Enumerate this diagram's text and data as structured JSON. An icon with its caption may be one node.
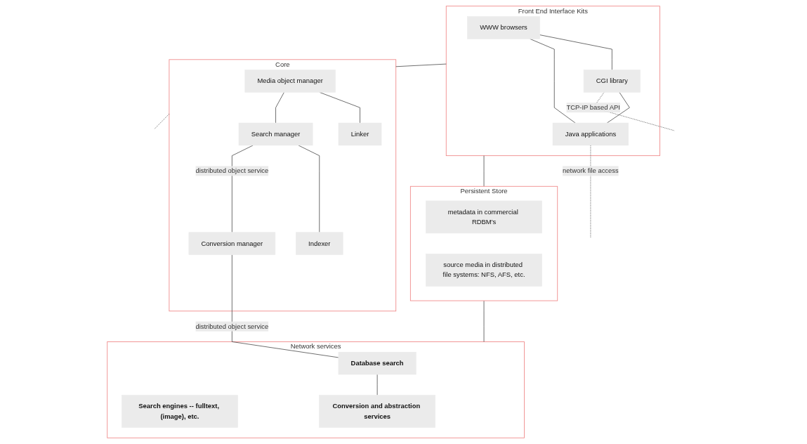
{
  "diagram": {
    "nodes": [
      {
        "text": [
          "Front End Interface Kits"
        ]
      },
      {
        "text": [
          "WWW browsers"
        ],
        "in": 0
      },
      {
        "text": [
          "Java applications"
        ],
        "in": 0
      },
      {
        "text": [
          "CGI library"
        ],
        "in": 0
      },
      {
        "text": [
          "Persistent Store"
        ]
      },
      {
        "text": [
          "metadata in commercial RDBM's"
        ],
        "in": 4
      },
      {
        "text": [
          "source media in distributed file systems: NFS, AFS, etc."
        ],
        "in": 4
      },
      {
        "text": [
          "Network services"
        ]
      },
      {
        "text": [
          "Database search"
        ],
        "in": 7
      },
      {
        "text": [
          "Search engines -- fulltext, (image), etc."
        ],
        "in": 7
      },
      {
        "text": [
          "Conversion and abstraction services"
        ],
        "in": 7
      },
      {
        "text": [
          "Core"
        ]
      },
      {
        "text": [
          "Media object manager"
        ],
        "in": 11
      },
      {
        "text": [
          "Search manager"
        ],
        "in": 11
      },
      {
        "text": [
          "Linker"
        ],
        "in": 11
      },
      {
        "text": [
          "Indexer"
        ],
        "in": 11
      },
      {
        "text": [
          "Conversion manager"
        ],
        "in": 11
      }
    ],
    "edges": [
      {
        "from": 1,
        "to": 3,
        "arrow": "none"
      },
      {
        "from": 1,
        "to": 2,
        "arrow": "none"
      },
      {
        "from": 2,
        "to": null,
        "arrow": "none",
        "style": "dashed",
        "label": "network file access"
      },
      {
        "from": 3,
        "to": 2,
        "arrow": "none"
      },
      {
        "from": 3,
        "to": null,
        "arrow": "none",
        "style": "dashed",
        "label": "TCP-IP based API"
      },
      {
        "from": 0,
        "to": 4,
        "arrow": "none"
      },
      {
        "from": 4,
        "to": 7,
        "arrow": "none"
      },
      {
        "from": 0,
        "to": 11,
        "arrow": "none"
      },
      {
        "from": 11,
        "to": null,
        "arrow": "none",
        "style": "dashed"
      },
      {
        "from": 12,
        "to": 14,
        "arrow": "none"
      },
      {
        "from": 12,
        "to": 13,
        "arrow": "none"
      },
      {
        "from": 13,
        "to": 15,
        "arrow": "none"
      },
      {
        "from": 13,
        "to": 16,
        "arrow": "none",
        "label": "distributed object service"
      },
      {
        "from": 16,
        "to": 8,
        "arrow": "none",
        "label": "distributed object service"
      },
      {
        "from": 8,
        "to": 10,
        "arrow": "none"
      }
    ]
  }
}
